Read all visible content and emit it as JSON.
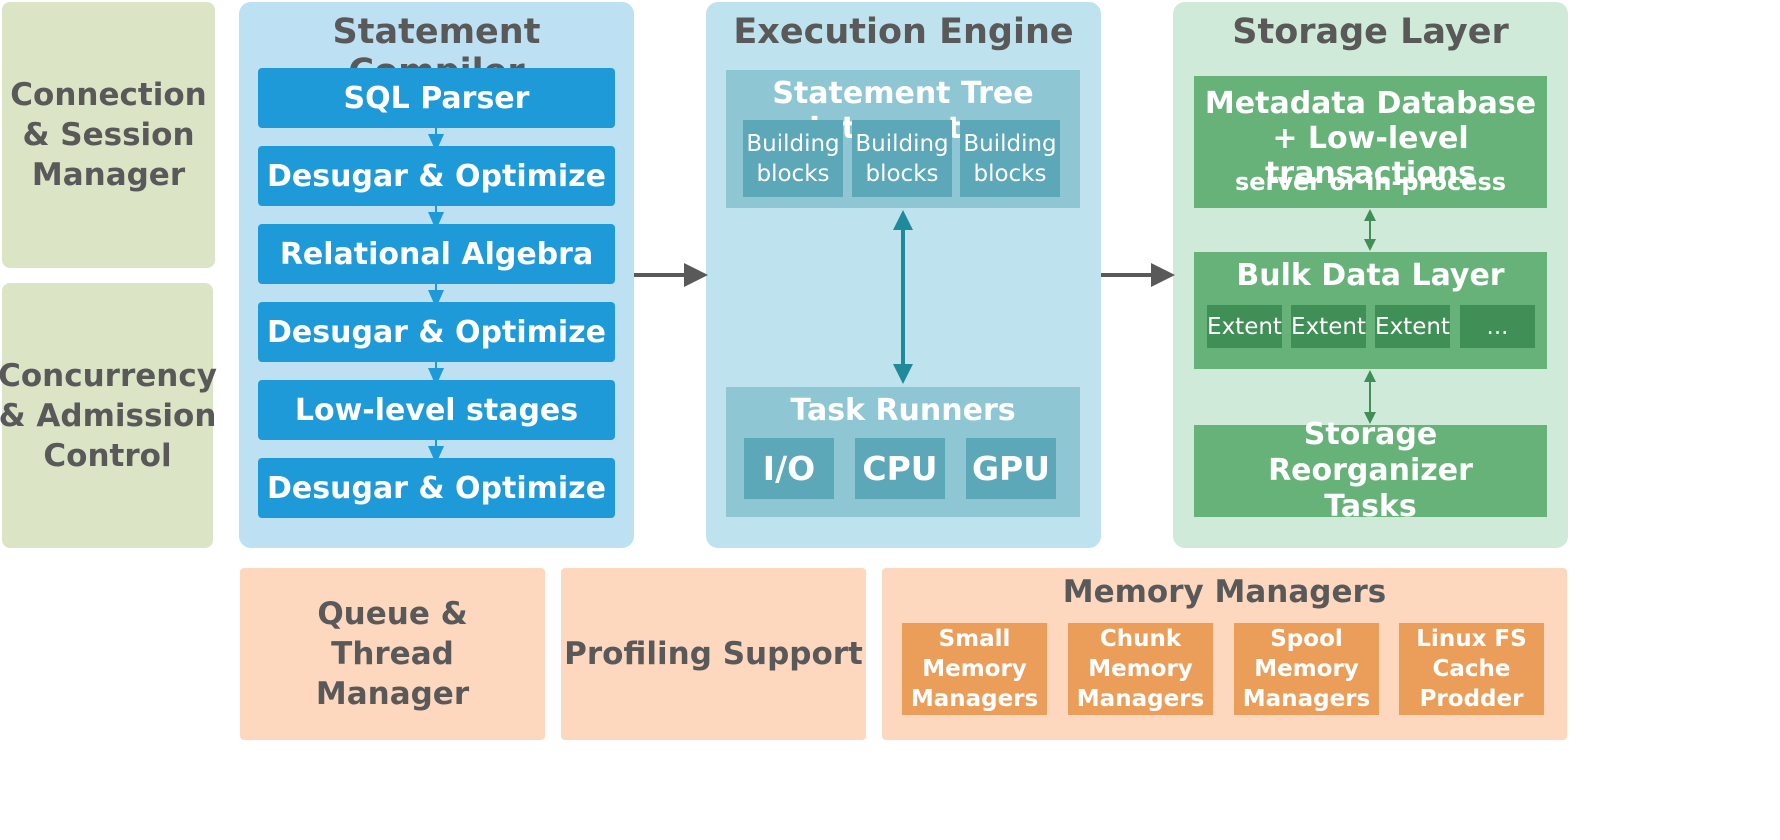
{
  "left_panels": {
    "connection": "Connection & Session Manager",
    "concurrency": "Concurrency & Admission Control"
  },
  "compiler": {
    "title": "Statement Compiler",
    "stages": [
      "SQL Parser",
      "Desugar & Optimize",
      "Relational Algebra",
      "Desugar & Optimize",
      "Low-level stages",
      "Desugar & Optimize"
    ]
  },
  "engine": {
    "title": "Execution Engine",
    "interpreter": {
      "title": "Statement Tree Interpreter",
      "blocks": [
        "Building blocks",
        "Building blocks",
        "Building blocks"
      ]
    },
    "task_runners": {
      "title": "Task Runners",
      "items": [
        "I/O",
        "CPU",
        "GPU"
      ]
    }
  },
  "storage": {
    "title": "Storage Layer",
    "metadata": {
      "line1": "Metadata Database",
      "line2": "+ Low-level transactions",
      "line3": "server or in-process"
    },
    "bulk": {
      "title": "Bulk Data Layer",
      "extents": [
        "Extent",
        "Extent",
        "Extent",
        "..."
      ]
    },
    "reorganizer": "Storage Reorganizer Tasks"
  },
  "bottom": {
    "queue": "Queue & Thread Manager",
    "profiling": "Profiling Support",
    "memory": {
      "title": "Memory Managers",
      "items": [
        "Small Memory Managers",
        "Chunk Memory Managers",
        "Spool Memory Managers",
        "Linux FS Cache Prodder"
      ]
    }
  },
  "colors": {
    "compiler_stage": "#1e9ad8",
    "arrow_dark": "#595959",
    "arrow_teal": "#1f8a9a",
    "arrow_green": "#3f8f56"
  }
}
